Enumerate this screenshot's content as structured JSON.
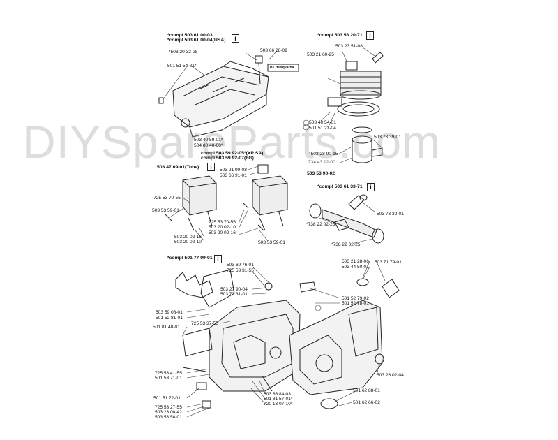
{
  "watermark": "DIYSpareParts.com",
  "brand_badge": {
    "code": "B1",
    "name": "Husqvarna"
  },
  "headers": {
    "h1": [
      "*compl 503 61 00-03",
      "*compl 503 61 00-04(USA)"
    ],
    "h2": [
      "*compl 503 53 20-71"
    ],
    "h3": [
      "compl 503 59 92-05*(XP SA)",
      "compl 503 59 92-07(FG)"
    ],
    "h4": [
      "503 47 69-01(Tube)"
    ],
    "h5": [
      "*compl 503 61 33-71"
    ],
    "h6": [
      "*compl 501 77 99-01"
    ],
    "h7": [
      "503 53 90-02"
    ]
  },
  "labels": {
    "l1": "*503 20 32-28",
    "l2": "503 66 28-09",
    "l3": "501 51 54-01*",
    "l4": "503 40 59-01*",
    "l5": "504 80 40-00*",
    "l6": "503 23 51-08",
    "l7": "503 21 60-25",
    "l8": "503 40 54-01",
    "l9": "501 51 22-04",
    "l10": "503 73 39-01",
    "l11": "*503 28 90-15",
    "l12": "734 43 12-00",
    "l13": "503 21 90-08",
    "l14": "503 66 91-01",
    "l15": "725 53 70-55",
    "l16": "503 53 59-01",
    "l17": "725 53 70-55",
    "l18": "503 20 02-10",
    "l19": "503 20 02-16",
    "l20": "503 20 02-16",
    "l21": "503 20 02-10",
    "l22": "503 53 59-01",
    "l23": "503 73 39-01",
    "l24": "*738 22 02-25*",
    "l25": "*738 22 02-25",
    "l26": "503 69 76-01",
    "l27": "725 53 31-55",
    "l28": "503 27 90-04",
    "l29": "503 72 31-01",
    "l30": "501 52 79-02",
    "l31": "501 52 78-01",
    "l32": "503 21 28-06",
    "l33": "503 44 50-01",
    "l34": "503 71 79-01",
    "l35": "503 59 08-01",
    "l36": "501 52 81-01",
    "l37": "725 53 37-55",
    "l38": "501 81 48-01",
    "l39": "725 53 41-55",
    "l40": "501 53 71-01",
    "l41": "501 51 72-01",
    "l42": "725 53 27-55",
    "l43": "503 23 00-42",
    "l44": "503 53 58-01",
    "l45": "503 66 84-03",
    "l46": "501 81 57-01*",
    "l47": "720 13 07-10*",
    "l48": "503 26 02-04",
    "l49": "501 62 88-01",
    "l50": "501 62 66-02"
  }
}
